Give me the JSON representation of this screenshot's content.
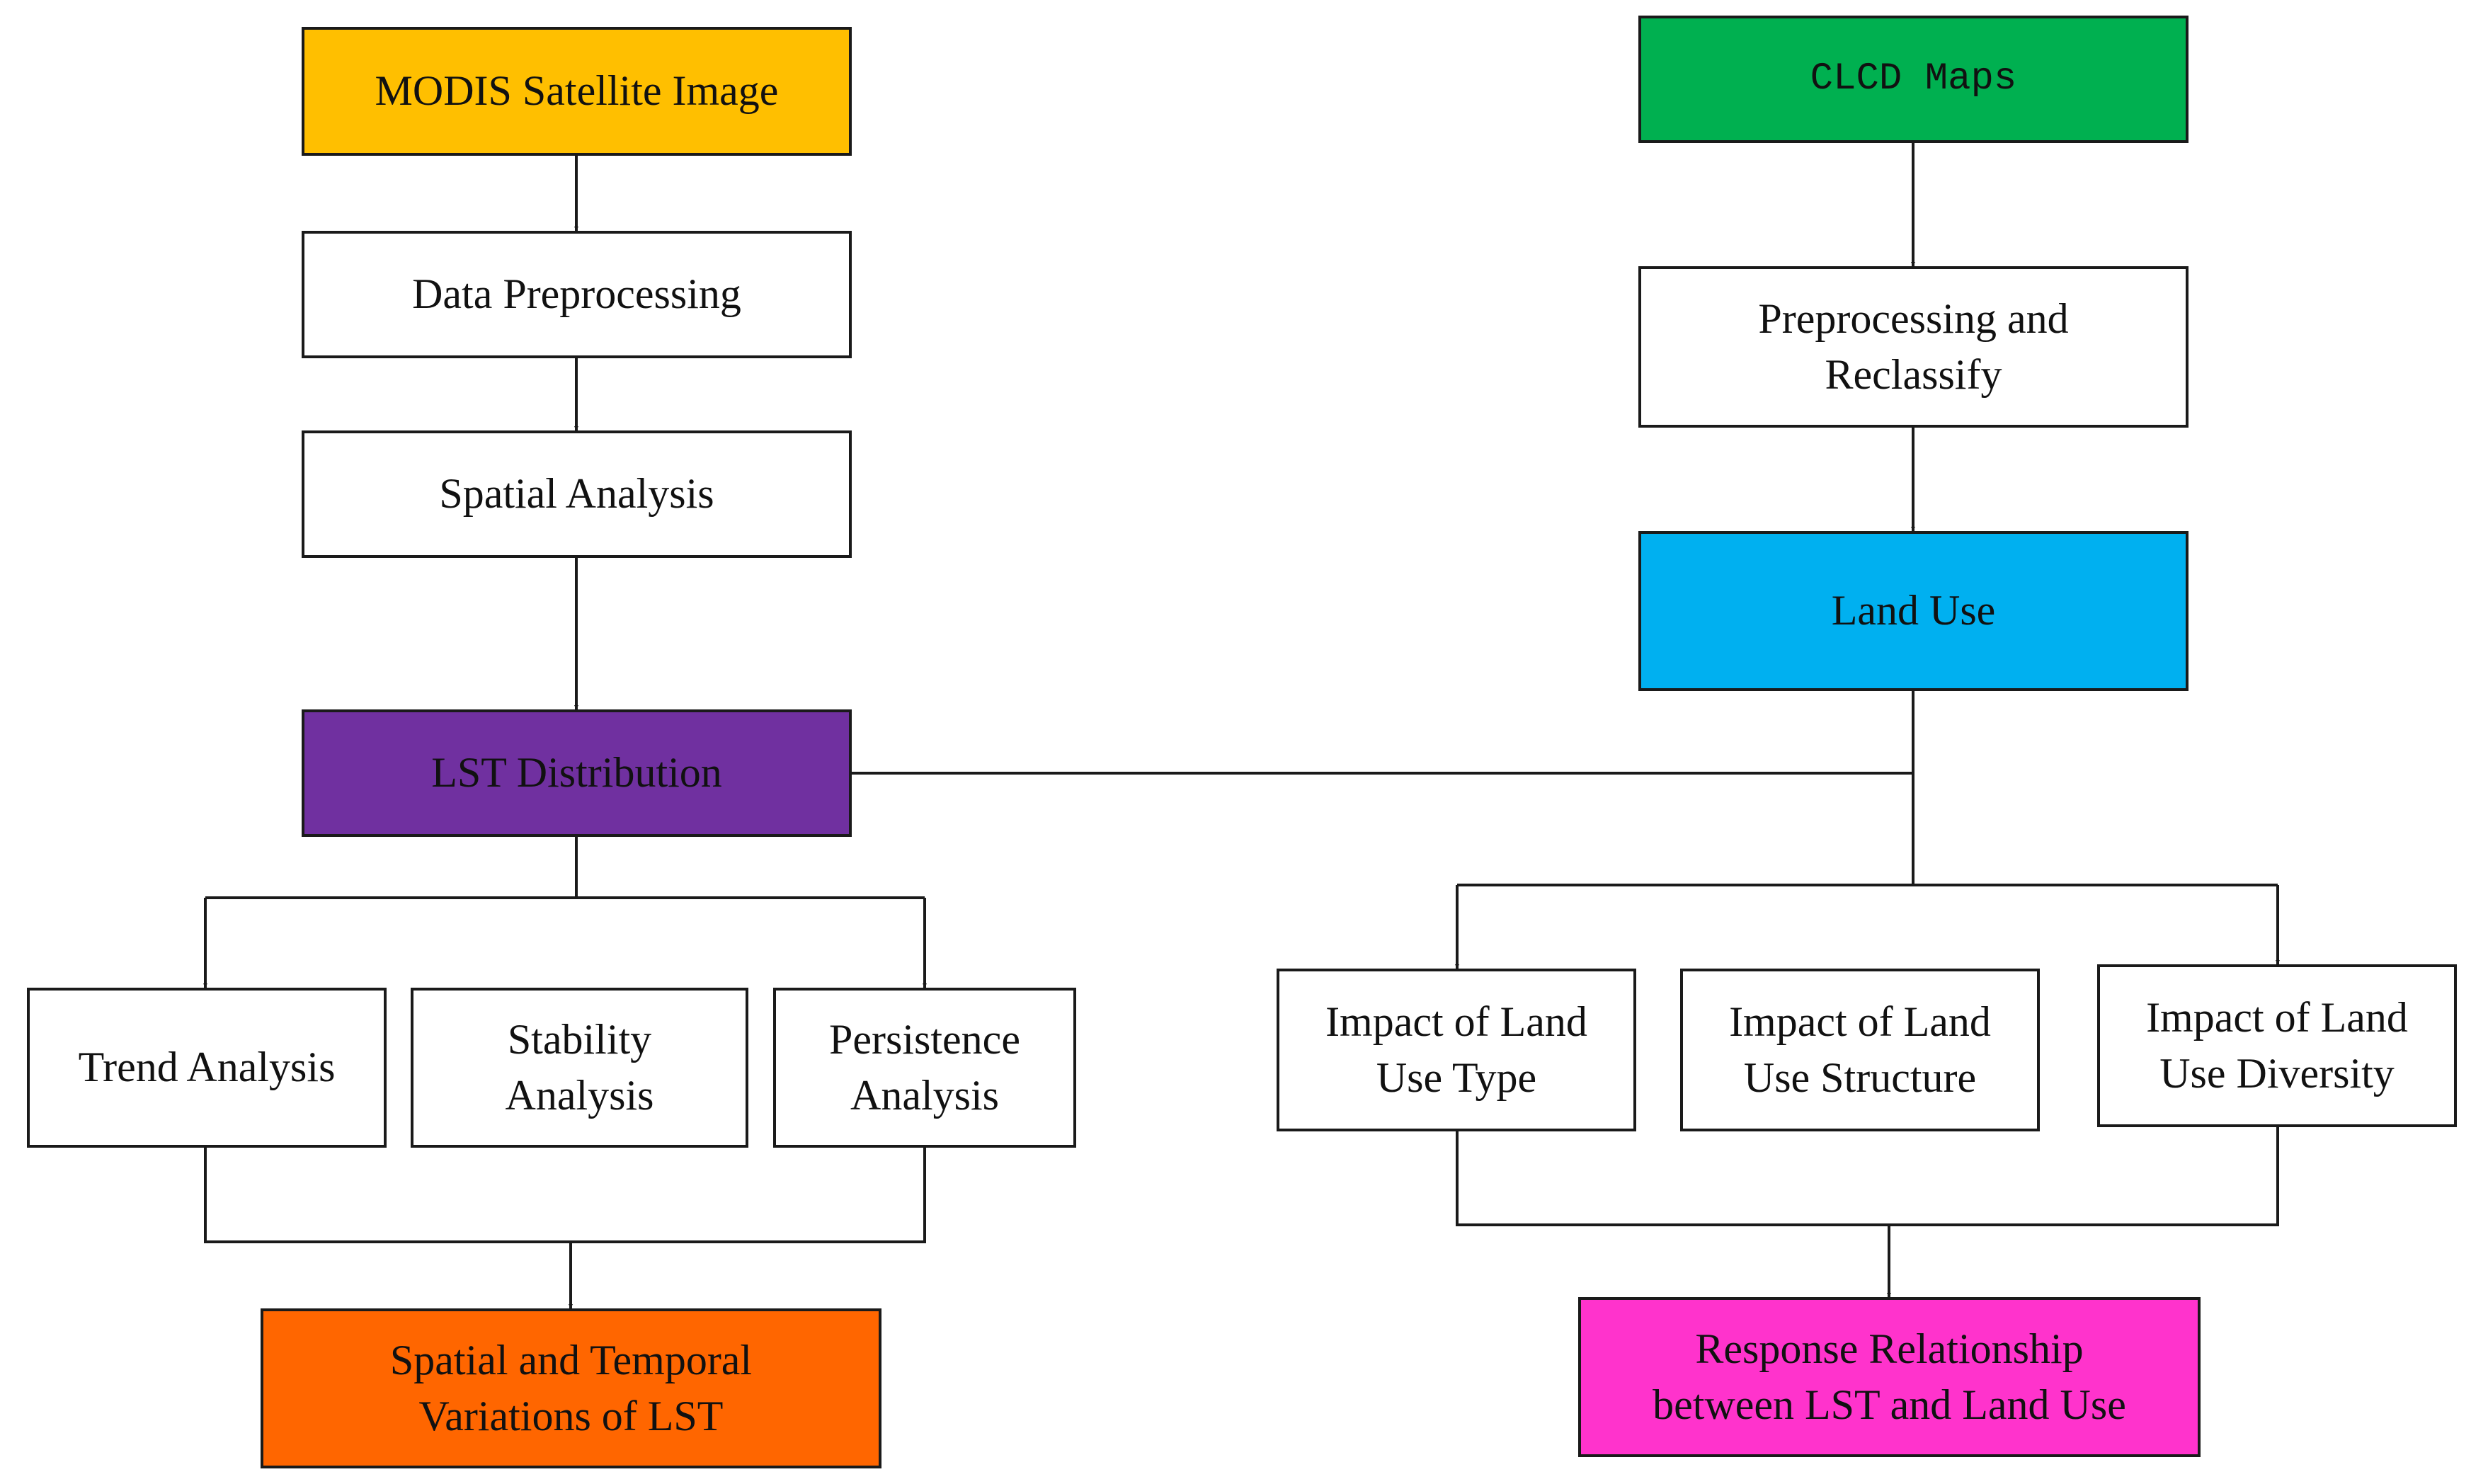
{
  "colors": {
    "modis": "#FFBF00",
    "clcd": "#00B050",
    "land_use": "#00B0F0",
    "lst_distribution": "#7030A0",
    "variations": "#FF6600",
    "response": "#FF33CC",
    "plain": "#FFFFFF",
    "line": "#1a1a1a"
  },
  "nodes": {
    "modis": "MODIS Satellite Image",
    "data_preprocessing": "Data Preprocessing",
    "spatial_analysis": "Spatial Analysis",
    "lst_distribution": "LST Distribution",
    "trend_analysis": "Trend Analysis",
    "stability_analysis": "Stability\nAnalysis",
    "persistence_analysis": "Persistence\nAnalysis",
    "variations_lst": "Spatial and Temporal\nVariations of LST",
    "clcd_maps": "CLCD Maps",
    "preprocessing_reclassify": "Preprocessing and\nReclassify",
    "land_use": "Land Use",
    "impact_type": "Impact of Land\nUse Type",
    "impact_structure": "Impact of Land\nUse Structure",
    "impact_diversity": "Impact of Land\nUse Diversity",
    "response": "Response Relationship\nbetween LST and Land Use"
  }
}
